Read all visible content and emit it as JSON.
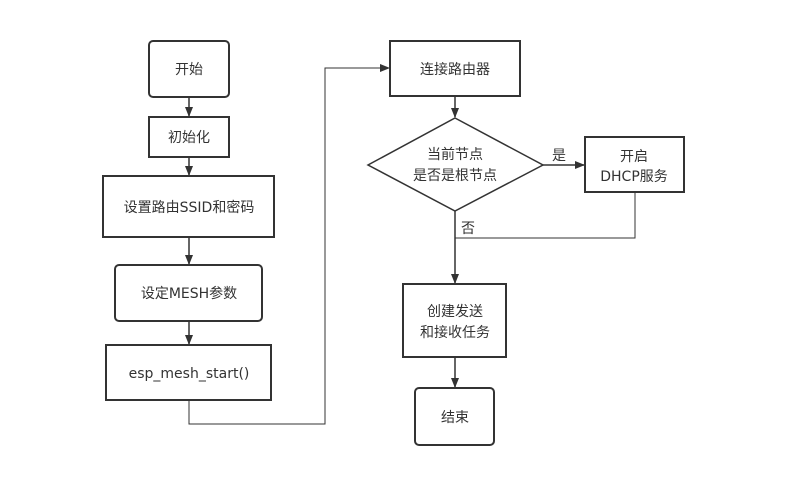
{
  "diagram": {
    "type": "flowchart",
    "nodes": {
      "start": {
        "lines": [
          "开始"
        ],
        "shape": "rounded-rect"
      },
      "init": {
        "lines": [
          "初始化"
        ],
        "shape": "rect"
      },
      "set_ssid": {
        "lines": [
          "设置路由SSID和密码"
        ],
        "shape": "rect"
      },
      "set_mesh": {
        "lines": [
          "设定MESH参数"
        ],
        "shape": "rounded-rect"
      },
      "mesh_start": {
        "lines": [
          "esp_mesh_start()"
        ],
        "shape": "rect"
      },
      "connect_router": {
        "lines": [
          "连接路由器"
        ],
        "shape": "rect"
      },
      "is_root": {
        "lines": [
          "当前节点",
          "是否是根节点"
        ],
        "shape": "diamond"
      },
      "dhcp": {
        "lines": [
          "开启",
          "DHCP服务"
        ],
        "shape": "rect"
      },
      "create_tasks": {
        "lines": [
          "创建发送",
          "和接收任务"
        ],
        "shape": "rect"
      },
      "end": {
        "lines": [
          "结束"
        ],
        "shape": "rounded-rect"
      }
    },
    "edge_labels": {
      "yes": "是",
      "no": "否"
    },
    "edges": [
      {
        "from": "start",
        "to": "init"
      },
      {
        "from": "init",
        "to": "set_ssid"
      },
      {
        "from": "set_ssid",
        "to": "set_mesh"
      },
      {
        "from": "set_mesh",
        "to": "mesh_start"
      },
      {
        "from": "mesh_start",
        "to": "connect_router"
      },
      {
        "from": "connect_router",
        "to": "is_root"
      },
      {
        "from": "is_root",
        "to": "dhcp",
        "label": "是"
      },
      {
        "from": "is_root",
        "to": "create_tasks",
        "label": "否"
      },
      {
        "from": "dhcp",
        "to": "create_tasks"
      },
      {
        "from": "create_tasks",
        "to": "end"
      }
    ],
    "colors": {
      "stroke": "#333333",
      "text": "#333333",
      "background": "#ffffff"
    }
  }
}
